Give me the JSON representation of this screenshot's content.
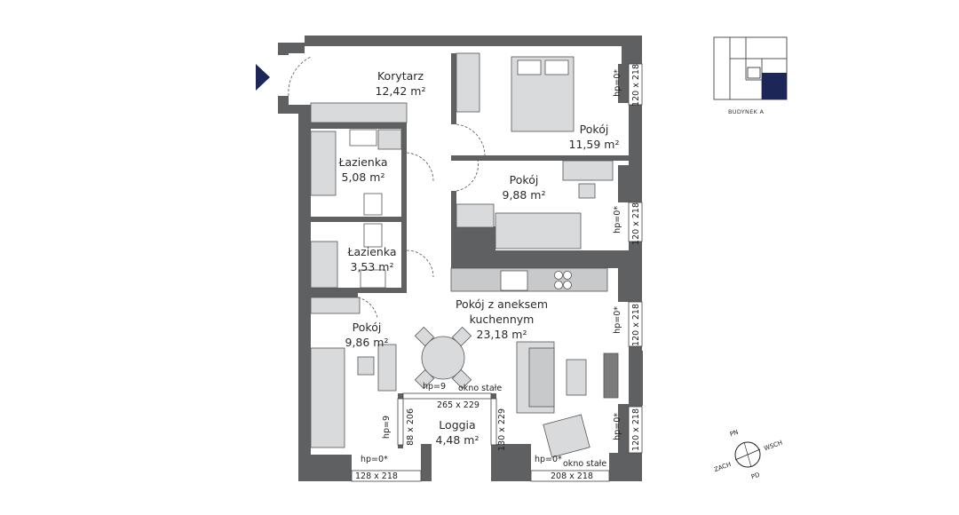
{
  "rooms": [
    {
      "id": "korytarz",
      "name": "Korytarz",
      "area": "12,42 m²"
    },
    {
      "id": "pokoj1",
      "name": "Pokój",
      "area": "11,59 m²"
    },
    {
      "id": "lazienka1",
      "name": "Łazienka",
      "area": "5,08 m²"
    },
    {
      "id": "pokoj2",
      "name": "Pokój",
      "area": "9,88 m²"
    },
    {
      "id": "lazienka2",
      "name": "Łazienka",
      "area": "3,53 m²"
    },
    {
      "id": "salon",
      "name": "Pokój z aneksem",
      "name2": "kuchennym",
      "area": "23,18 m²"
    },
    {
      "id": "pokoj3",
      "name": "Pokój",
      "area": "9,86 m²"
    },
    {
      "id": "loggia",
      "name": "Loggia",
      "area": "4,48 m²"
    }
  ],
  "windows": {
    "w1": "120 x 218",
    "w2": "120 x 218",
    "w3": "120 x 218",
    "w4": "120 x 218",
    "w5": "128 x 218",
    "w6": "208 x 218",
    "w7": "265 x 229",
    "w8": "130 x 229",
    "w9": "88 x 206"
  },
  "sill_labels": {
    "hp1": "hp=0*",
    "hp2": "hp=0*",
    "hp3": "hp=0*",
    "hp4": "hp=0*",
    "hp5": "hp=0*",
    "hp6": "hp=0*",
    "hp9a": "hp=9",
    "hp9b": "hp=9"
  },
  "fixed_window_labels": {
    "f1": "okno stałe",
    "f2": "okno stałe"
  },
  "building_label": "BUDYNEK A",
  "compass": {
    "n": "PN",
    "e": "WSCH",
    "s": "PD",
    "w": "ZACH"
  },
  "colors": {
    "wall": "#5f6062",
    "accent": "#1c2757",
    "counter": "#c8c9cb",
    "furniture": "#d9dadc"
  }
}
